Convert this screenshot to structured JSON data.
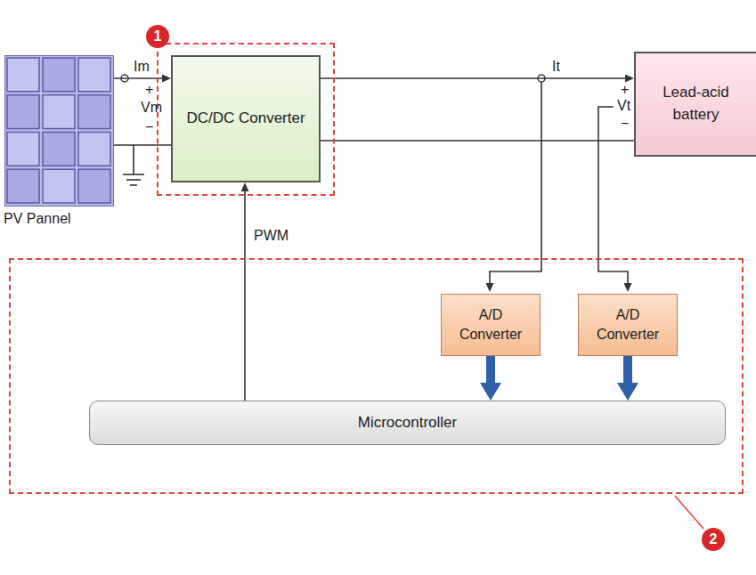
{
  "diagram": {
    "nodes": [
      {
        "text": [
          "PV Pannel"
        ]
      },
      {
        "text": [
          "1"
        ]
      },
      {
        "text": [
          "DC/DC Converter"
        ],
        "in": 1
      },
      {
        "text": [
          "Lead-acid battery"
        ]
      },
      {
        "text": [
          "2"
        ]
      },
      {
        "text": [
          "A/D Converter"
        ],
        "in": 4
      },
      {
        "text": [
          "A/D Converter"
        ],
        "in": 4
      },
      {
        "text": [
          "Microcontroller"
        ],
        "in": 4
      }
    ],
    "edges": [
      {
        "from": 0,
        "to": 2,
        "arrow": "to"
      },
      {
        "from": 2,
        "to": 3,
        "arrow": "to"
      },
      {
        "from": 7,
        "to": 2,
        "label": "PWM",
        "arrow": "to"
      },
      {
        "from": 5,
        "to": 7,
        "arrow": "to"
      },
      {
        "from": 6,
        "to": 7,
        "arrow": "to"
      }
    ],
    "labels": [
      "Im",
      "+",
      "Vm",
      "−",
      "It",
      "+",
      "Vt",
      "−"
    ]
  }
}
